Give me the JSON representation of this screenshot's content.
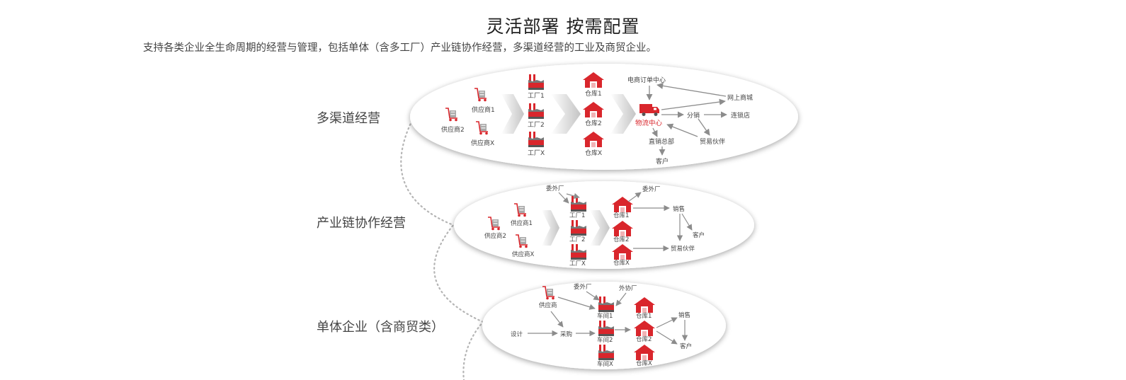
{
  "heading": "灵活部署 按需配置",
  "subtitle": "支持各类企业全生命周期的经营与管理，包括单体（含多工厂）产业链协作经营，多渠道经营的工业及商贸企业。",
  "colors": {
    "accent": "#d9262c",
    "arrow": "#8c8c8c",
    "text": "#444444",
    "chevron": "#bfbfbf",
    "dots": "#b5b5b5"
  },
  "rows": {
    "multi_channel": {
      "label": "多渠道经营",
      "nodes": {
        "supplier1": "供应商1",
        "supplier2": "供应商2",
        "supplierx": "供应商X",
        "factory1": "工厂1",
        "factory2": "工厂2",
        "factoryx": "工厂X",
        "warehouse1": "仓库1",
        "warehouse2": "仓库2",
        "warehousex": "仓库X",
        "logistics": "物流中心",
        "ecommerce": "电商订单中心",
        "online_mall": "网上商城",
        "distribution": "分销",
        "chain_store": "连锁店",
        "direct_hq": "直销总部",
        "trade_partner": "贸易伙伴",
        "customer": "客户"
      },
      "icons": [
        "cart-icon",
        "factory-icon",
        "warehouse-icon",
        "truck-icon"
      ]
    },
    "industry_chain": {
      "label": "产业链协作经营",
      "nodes": {
        "outsourced_a": "委外厂",
        "outsourced_b": "委外厂",
        "supplier1": "供应商1",
        "supplier2": "供应商2",
        "supplierx": "供应商X",
        "factory1": "工厂1",
        "factory2": "工厂2",
        "factoryx": "工厂X",
        "warehouse1": "仓库1",
        "warehouse2": "仓库2",
        "warehousex": "仓库X",
        "sales": "销售",
        "customer": "客户",
        "trade_partner": "贸易伙伴"
      },
      "icons": [
        "cart-icon",
        "factory-icon",
        "warehouse-icon"
      ]
    },
    "single_enterprise": {
      "label": "单体企业（含商贸类）",
      "nodes": {
        "outsourced": "委外厂",
        "cooperative": "外协厂",
        "supplier": "供应商",
        "design": "设计",
        "purchase": "采购",
        "workshop1": "车间1",
        "workshop2": "车间2",
        "workshopx": "车间X",
        "warehouse1": "仓库1",
        "warehouse2": "仓库2",
        "warehousex": "仓库X",
        "sales": "销售",
        "customer": "客户"
      },
      "icons": [
        "cart-icon",
        "factory-icon",
        "warehouse-icon"
      ]
    }
  }
}
